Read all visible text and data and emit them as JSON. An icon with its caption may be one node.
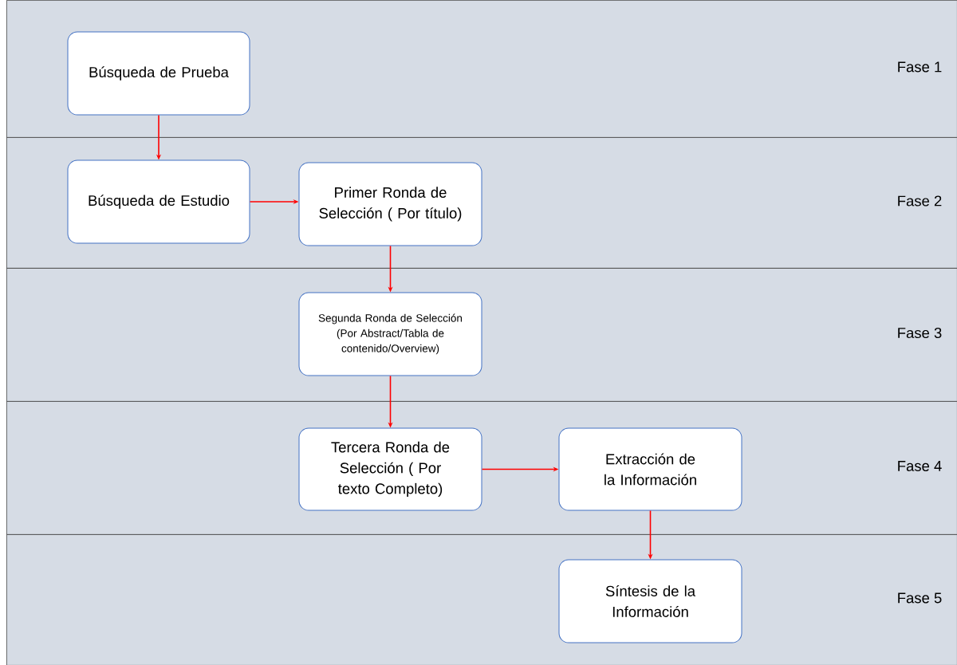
{
  "diagram": {
    "nodes": [
      {
        "text": [
          "Fase 1"
        ]
      },
      {
        "text": [
          "Búsqueda de Prueba"
        ],
        "in": 0
      },
      {
        "text": [
          "Fase 2"
        ]
      },
      {
        "text": [
          "Búsqueda de Estudio"
        ],
        "in": 2
      },
      {
        "text": [
          "Primer Ronda de Selección ( Por título)"
        ],
        "in": 2
      },
      {
        "text": [
          "Fase 3"
        ]
      },
      {
        "text": [
          "Segunda Ronda de Selección (Por Abstract/Tabla de contenido/Overview)"
        ],
        "in": 5
      },
      {
        "text": [
          "Fase 4"
        ]
      },
      {
        "text": [
          "Tercera Ronda de Selección ( Por texto Completo)"
        ],
        "in": 7
      },
      {
        "text": [
          "Extracción de la Información"
        ],
        "in": 7
      },
      {
        "text": [
          "Fase 5"
        ]
      },
      {
        "text": [
          "Síntesis de la Información"
        ],
        "in": 10
      }
    ],
    "edges": [
      {
        "from": 1,
        "to": 3,
        "arrow": "to"
      },
      {
        "from": 3,
        "to": 4,
        "arrow": "to"
      },
      {
        "from": 4,
        "to": 6,
        "arrow": "to"
      },
      {
        "from": 6,
        "to": 8,
        "arrow": "to"
      },
      {
        "from": 8,
        "to": 9,
        "arrow": "to"
      },
      {
        "from": 9,
        "to": 11,
        "arrow": "to"
      }
    ]
  }
}
